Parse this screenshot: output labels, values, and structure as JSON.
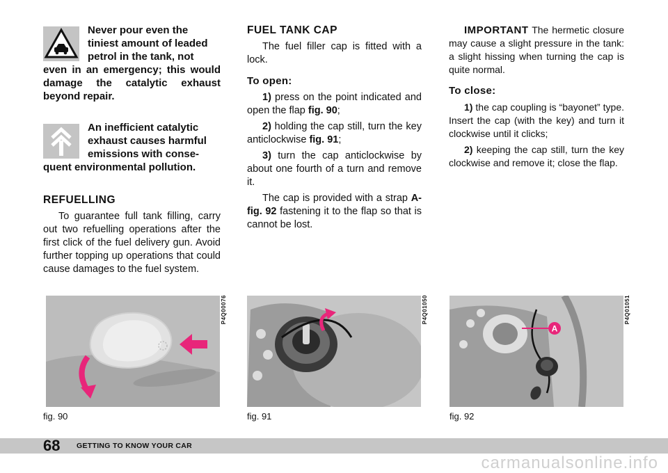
{
  "col1": {
    "warning1": {
      "lines": [
        "Never pour even the",
        "tiniest amount of leaded",
        "petrol in the tank, not"
      ],
      "rest": "even in an emergency; this would damage the catalytic exhaust beyond repair."
    },
    "warning2": {
      "lines": [
        "An inefficient catalytic",
        "exhaust causes harmful",
        "emissions with conse-"
      ],
      "rest": "quent environmental pollution."
    },
    "refuelling": {
      "heading": "REFUELLING",
      "text": "To guarantee full tank filling, carry out two refuelling operations after the first click of the fuel delivery gun. Avoid further topping up operations that could cause damages to the fuel system."
    }
  },
  "col2": {
    "heading": "FUEL TANK CAP",
    "intro": "The fuel filler cap is fitted with a lock.",
    "open_heading": "To open:",
    "steps": [
      {
        "num": "1)",
        "pre": "press on the point indicated and open the flap ",
        "ref": "fig. 90",
        "post": ";"
      },
      {
        "num": "2)",
        "pre": "holding the cap still, turn the key anticlockwise ",
        "ref": "fig. 91",
        "post": ";"
      },
      {
        "num": "3)",
        "pre": "turn the cap anticlockwise by about one fourth of a turn and remove it.",
        "ref": "",
        "post": ""
      }
    ],
    "strap": {
      "pre": "The cap is provided with a strap ",
      "ref": "A-fig. 92",
      "post": " fastening it to the flap so that is cannot be lost."
    }
  },
  "col3": {
    "important_label": "IMPORTANT",
    "important_text": " The hermetic closure may cause a slight pressure in the tank: a slight hissing when turning the cap is quite normal.",
    "close_heading": "To close:",
    "steps": [
      {
        "num": "1)",
        "text": "the cap coupling is “bayonet” type. Insert the cap (with the key) and turn it clockwise until it clicks;"
      },
      {
        "num": "2)",
        "text": "keeping the cap still, turn the key clockwise and remove it; close the flap."
      }
    ]
  },
  "figures": [
    {
      "caption": "fig. 90",
      "code": "P4Q00076"
    },
    {
      "caption": "fig. 91",
      "code": "P4Q01050"
    },
    {
      "caption": "fig. 92",
      "code": "P4Q01051",
      "label": "A"
    }
  ],
  "footer": {
    "page_number": "68",
    "section": "GETTING TO KNOW YOUR CAR"
  },
  "watermark": "carmanualsonline.info",
  "colors": {
    "accent": "#e8267a",
    "footer_band": "#c6c6c6",
    "figure_bg": "#b8b8b8"
  }
}
